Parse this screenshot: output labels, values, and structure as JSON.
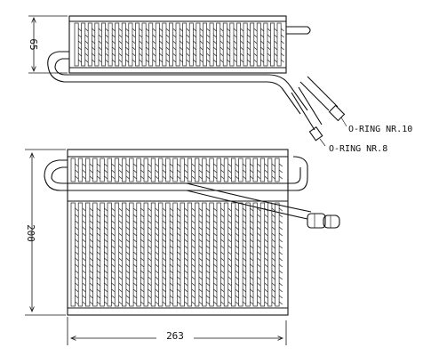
{
  "dimensions": {
    "height_small": "65",
    "height_large": "200",
    "width": "263"
  },
  "labels": {
    "oring_10": "O-RING NR.10",
    "oring_8": "O-RING NR.8"
  },
  "colors": {
    "line": "#111111",
    "background": "#ffffff"
  }
}
